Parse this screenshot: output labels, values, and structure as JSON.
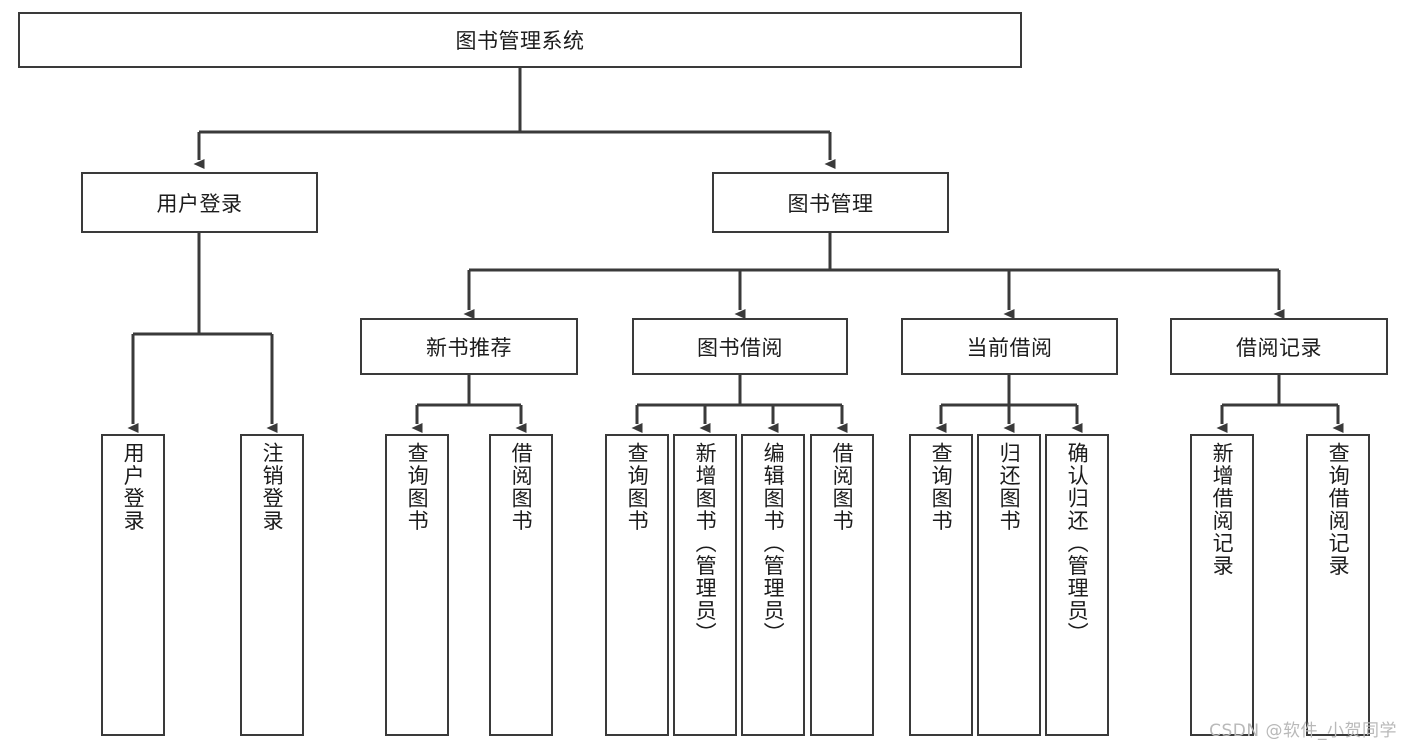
{
  "diagram": {
    "title": "图书管理系统",
    "watermark": "CSDN @软件_小贺同学",
    "colors": {
      "background": "#ffffff",
      "node_border": "#3a3a3a",
      "node_fill": "#ffffff",
      "link": "#3a3a3a",
      "text": "#1c1c1c",
      "watermark": "#b9b9b9"
    },
    "root": {
      "label": "图书管理系统"
    },
    "level2": [
      {
        "label": "用户登录"
      },
      {
        "label": "图书管理"
      }
    ],
    "level3": [
      {
        "label": "新书推荐"
      },
      {
        "label": "图书借阅"
      },
      {
        "label": "当前借阅"
      },
      {
        "label": "借阅记录"
      }
    ],
    "leaves": {
      "user_login": [
        {
          "label": "用户登录"
        },
        {
          "label": "注销登录"
        }
      ],
      "new_book_recommend": [
        {
          "label": "查询图书"
        },
        {
          "label": "借阅图书"
        }
      ],
      "book_borrow": [
        {
          "label": "查询图书"
        },
        {
          "label": "新增图书（管理员）"
        },
        {
          "label": "编辑图书（管理员）"
        },
        {
          "label": "借阅图书"
        }
      ],
      "current_borrow": [
        {
          "label": "查询图书"
        },
        {
          "label": "归还图书"
        },
        {
          "label": "确认归还（管理员）"
        }
      ],
      "borrow_record": [
        {
          "label": "新增借阅记录"
        },
        {
          "label": "查询借阅记录"
        }
      ]
    }
  }
}
